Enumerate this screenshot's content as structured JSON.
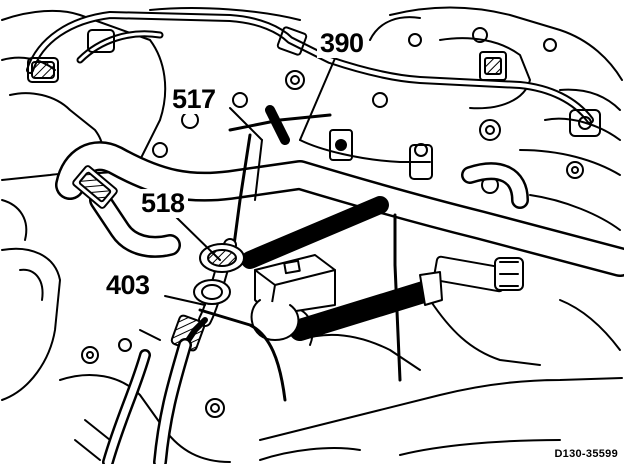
{
  "colors": {
    "ink": "#000000",
    "paper": "#ffffff"
  },
  "callouts": [
    {
      "id": "390",
      "label": "390"
    },
    {
      "id": "517",
      "label": "517"
    },
    {
      "id": "518",
      "label": "518"
    },
    {
      "id": "403",
      "label": "403"
    }
  ],
  "figure_id": "D130-35599"
}
